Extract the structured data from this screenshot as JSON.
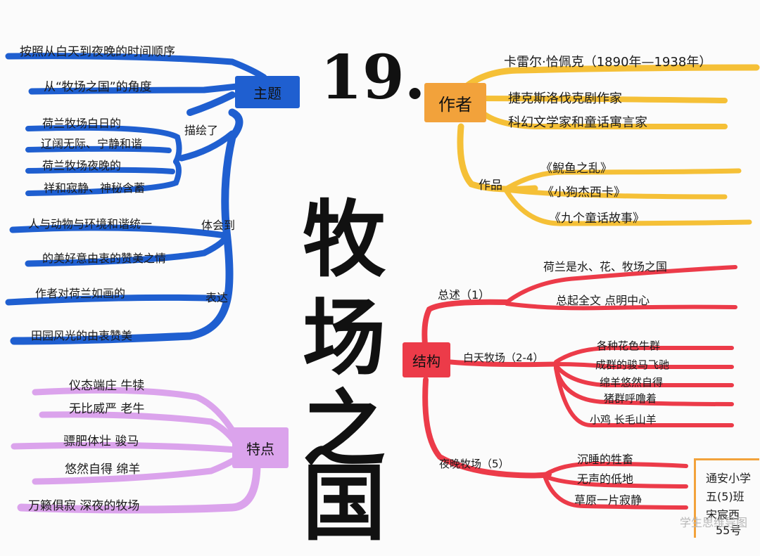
{
  "title": {
    "number": "19.",
    "chars": [
      "牧",
      "场",
      "之",
      "国"
    ]
  },
  "colors": {
    "blue": "#1f5fd0",
    "yellow": "#f5c037",
    "red": "#ec3b49",
    "purple": "#dba3ec",
    "orange": "#f2a23b"
  },
  "theme": {
    "node": "主题",
    "top": [
      "按照从白天到夜晚的时间顺序",
      "从“牧场之国”的角度"
    ],
    "describe": {
      "label": "描绘了",
      "items": [
        "荷兰牧场白日的",
        "辽阔无际、宁静和谐",
        "荷兰牧场夜晚的",
        "祥和寂静、神秘含蓄"
      ]
    },
    "feel": {
      "label": "体会到",
      "items": [
        "人与动物与环境和谐统一",
        "的美好意由衷的赞美之情"
      ]
    },
    "express": {
      "label": "表达",
      "items": [
        "作者对荷兰如画的",
        "田园风光的由衷赞美"
      ]
    }
  },
  "author": {
    "node": "作者",
    "items": [
      "卡雷尔·恰佩克（1890年—1938年）",
      "捷克斯洛伐克剧作家",
      "科幻文学家和童话寓言家"
    ],
    "works_label": "作品",
    "works": [
      "《鲵鱼之乱》",
      "《小狗杰西卡》",
      "《九个童话故事》"
    ]
  },
  "structure": {
    "node": "结构",
    "overview": {
      "label": "总述（1）",
      "items": [
        "荷兰是水、花、牧场之国",
        "总起全文 点明中心"
      ]
    },
    "day": {
      "label": "白天牧场（2-4）",
      "items": [
        "各种花色牛群",
        "成群的骏马飞驰",
        "绵羊悠然自得",
        "猪群呼噜着",
        "小鸡 长毛山羊"
      ]
    },
    "night": {
      "label": "夜晚牧场（5）",
      "items": [
        "沉睡的牲畜",
        "无声的低地",
        "草原一片寂静"
      ]
    }
  },
  "features": {
    "node": "特点",
    "items": [
      "仪态端庄 牛犊",
      "无比威严 老牛",
      "骠肥体壮 骏马",
      "悠然自得 绵羊",
      "万籁俱寂 深夜的牧场"
    ]
  },
  "stamp": {
    "lines": [
      "通安小学",
      "五(5)班",
      "宋宸西",
      "55号"
    ]
  },
  "watermark": "学生思维导图"
}
